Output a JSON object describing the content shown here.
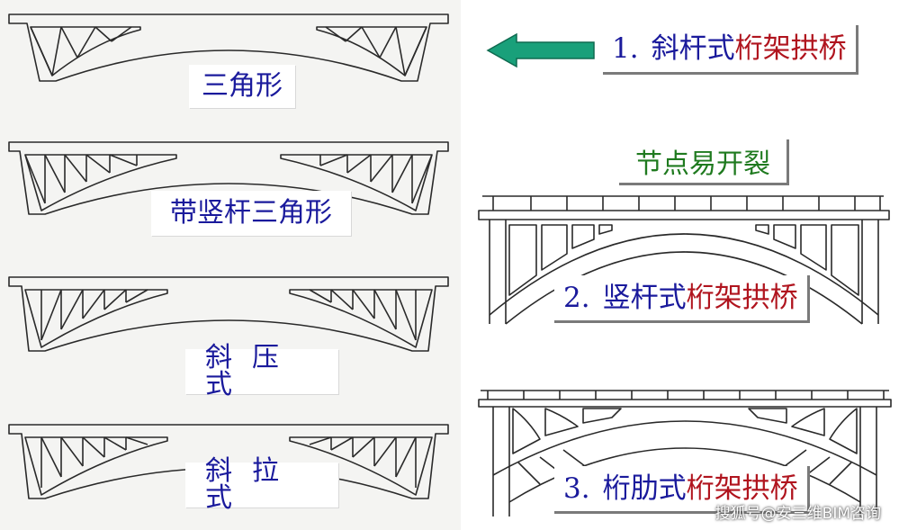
{
  "diagram": {
    "left_labels": [
      "三角形",
      "带竖杆三角形",
      "斜压式",
      "斜拉式"
    ],
    "callouts": [
      {
        "num": "1.",
        "prefix": "斜杆式",
        "suffix": "桁架拱桥"
      },
      {
        "num": "2.",
        "prefix": "竖杆式",
        "suffix": "桁架拱桥"
      },
      {
        "num": "3.",
        "prefix": "桁肋式",
        "suffix": "桁架拱桥"
      }
    ],
    "note": "节点易开裂",
    "watermark": "搜狐号@安三维BIM咨询",
    "colors": {
      "label_blue": "#1a1a9c",
      "accent_red": "#b0141e",
      "note_green": "#1f7a1f",
      "arrow_green": "#19a07a"
    }
  }
}
